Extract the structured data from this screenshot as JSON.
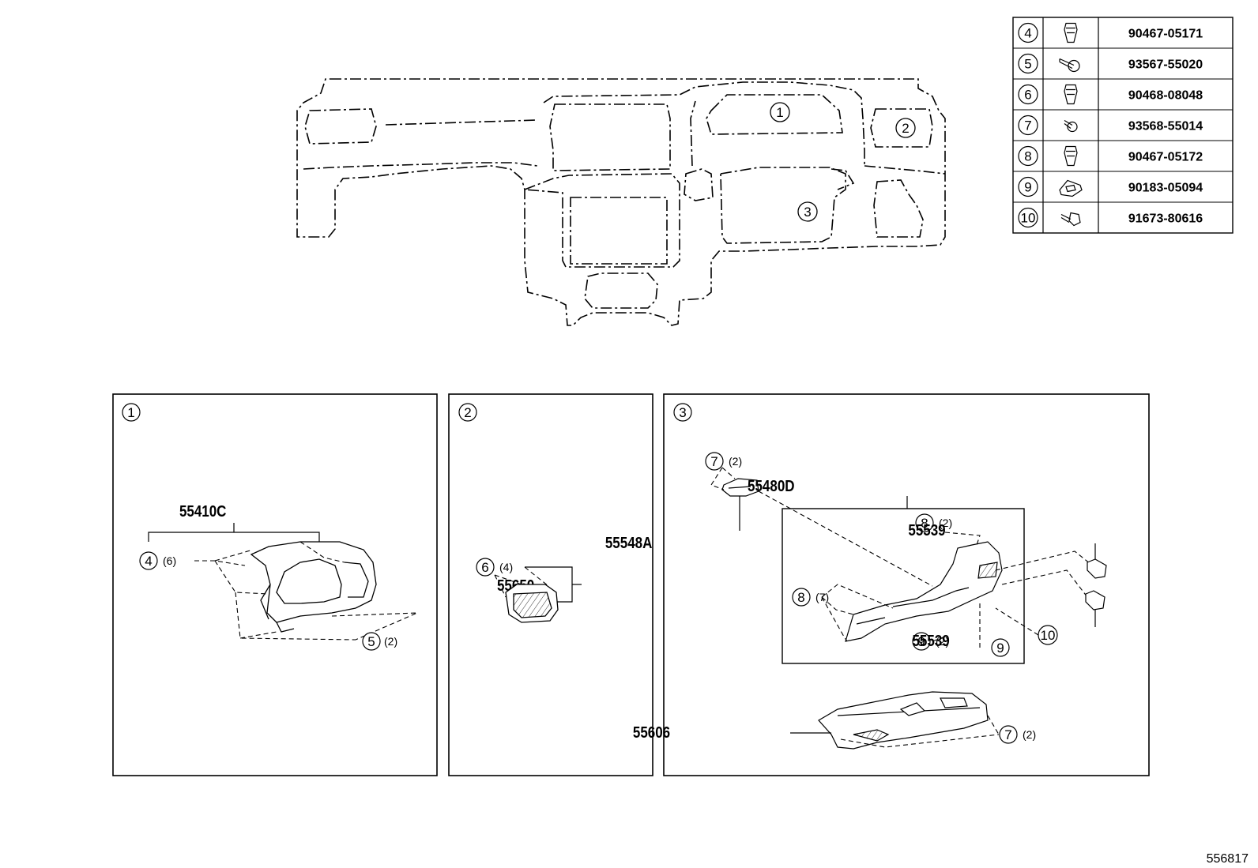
{
  "fastener_table": [
    {
      "callout": "4",
      "part": "90467-05171",
      "icon": "clip-icon"
    },
    {
      "callout": "5",
      "part": "93567-55020",
      "icon": "screw-icon"
    },
    {
      "callout": "6",
      "part": "90468-08048",
      "icon": "clip-icon"
    },
    {
      "callout": "7",
      "part": "93568-55014",
      "icon": "screw-short-icon"
    },
    {
      "callout": "8",
      "part": "90467-05172",
      "icon": "clip-icon"
    },
    {
      "callout": "9",
      "part": "90183-05094",
      "icon": "nut-clip-icon"
    },
    {
      "callout": "10",
      "part": "91673-80616",
      "icon": "bolt-icon"
    }
  ],
  "overview_callouts": [
    "1",
    "2",
    "3"
  ],
  "panel_1": {
    "number": "1",
    "part": "55410C",
    "c4": "4",
    "q4": "(6)",
    "c5": "5",
    "q5": "(2)"
  },
  "panel_2": {
    "number": "2",
    "part": "55650",
    "c6": "6",
    "q6": "(4)"
  },
  "panel_3": {
    "number": "3",
    "c7a": "7",
    "q7a": "(2)",
    "part_55548A": "55548A",
    "part_55480D": "55480D",
    "c8a": "8",
    "q8a": "(2)",
    "c8b": "8",
    "q8b": "(7)",
    "c9a": "9",
    "q9a": "(2)",
    "c9b": "9",
    "c10": "10",
    "part_55539a": "55539",
    "part_55539b": "55539",
    "part_55606": "55606",
    "c7b": "7",
    "q7b": "(2)"
  },
  "reference_number": "556817"
}
